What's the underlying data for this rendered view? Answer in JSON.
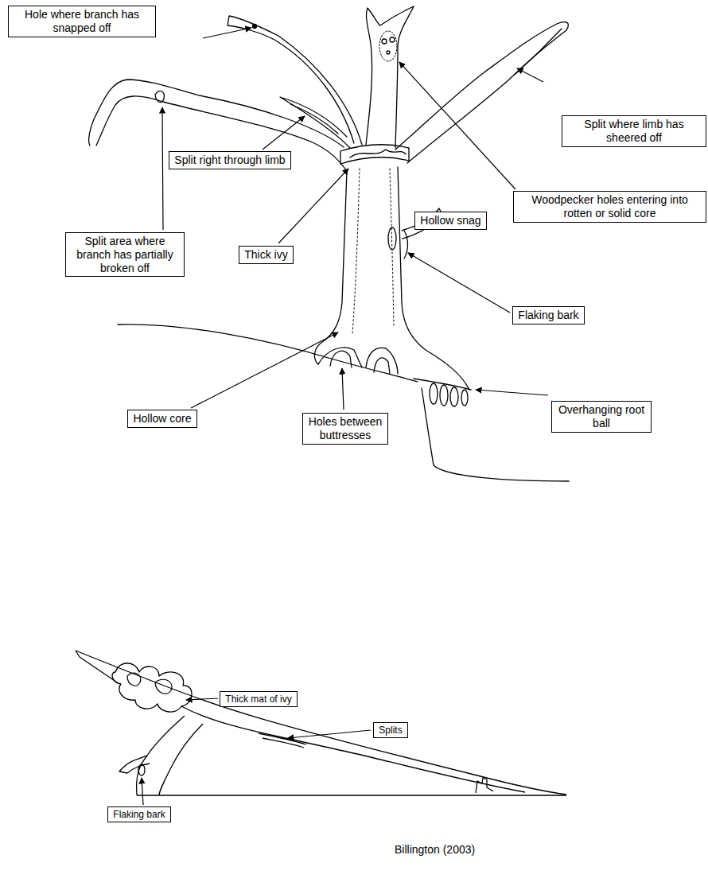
{
  "diagram": {
    "nodes": [
      {
        "text": [
          "Hole where branch has snapped off"
        ]
      },
      {
        "text": [
          "Split where limb has sheered off"
        ]
      },
      {
        "text": [
          "Split right through limb"
        ]
      },
      {
        "text": [
          "Woodpecker holes entering into rotten or solid core"
        ]
      },
      {
        "text": [
          "Hollow snag"
        ]
      },
      {
        "text": [
          "Split area where branch has partially broken off"
        ]
      },
      {
        "text": [
          "Thick ivy"
        ]
      },
      {
        "text": [
          "Flaking bark"
        ]
      },
      {
        "text": [
          "Overhanging root ball"
        ]
      },
      {
        "text": [
          "Hollow core"
        ]
      },
      {
        "text": [
          "Holes between buttresses"
        ]
      },
      {
        "text": [
          "Thick mat of ivy"
        ]
      },
      {
        "text": [
          "Splits"
        ]
      },
      {
        "text": [
          "Flaking bark"
        ]
      }
    ],
    "labels": [
      "Billington (2003)"
    ]
  }
}
